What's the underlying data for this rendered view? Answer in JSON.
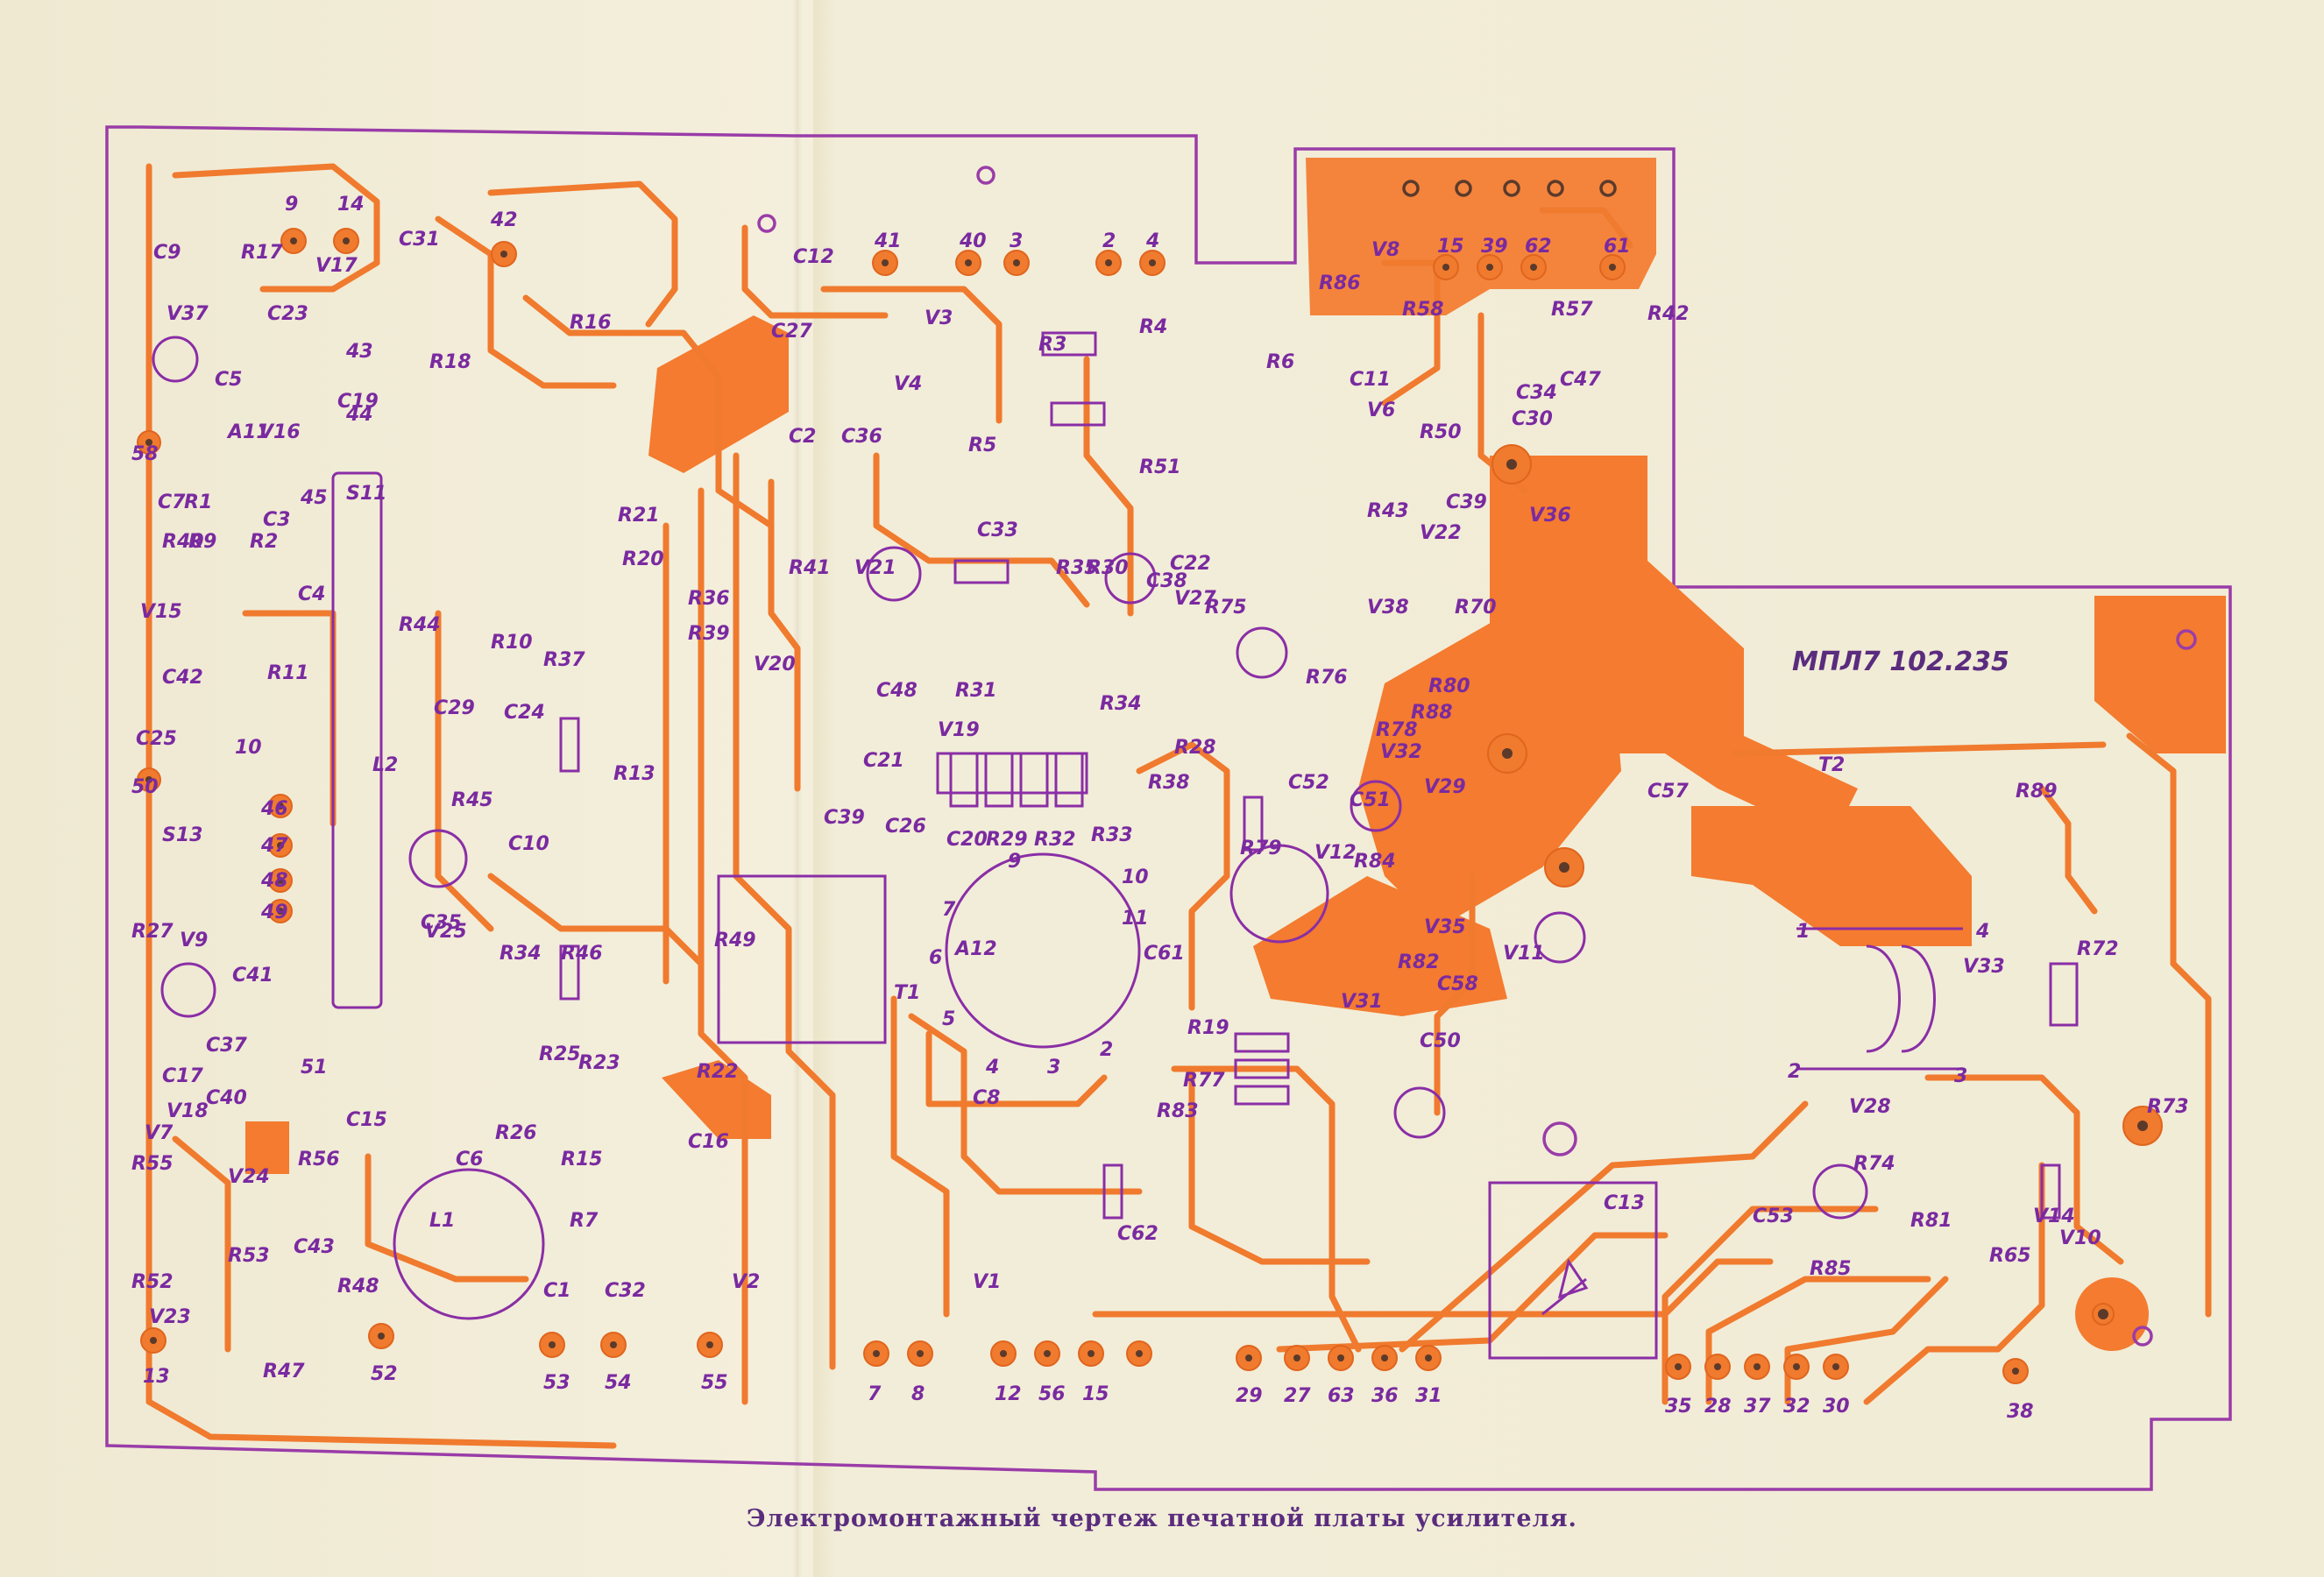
{
  "caption": "Электромонтажный чертеж печатной платы усилителя.",
  "board_part_number": "МПЛ7 102.235",
  "colors": {
    "copper": "#f07a2e",
    "silk": "#8a2ea6",
    "paper": "#f1ecd6"
  },
  "edge_terminals": [
    "13",
    "52",
    "53",
    "54",
    "55",
    "7",
    "8",
    "12",
    "56",
    "15",
    "29",
    "27",
    "63",
    "36",
    "31",
    "35",
    "28",
    "37",
    "32",
    "30",
    "38"
  ],
  "top_terminals": [
    "9",
    "14",
    "42",
    "41",
    "40",
    "3",
    "2",
    "4",
    "15",
    "39",
    "62",
    "61"
  ],
  "left_terminals": [
    "58",
    "50",
    "46",
    "47",
    "48",
    "49",
    "43",
    "44",
    "45",
    "51",
    "10"
  ],
  "transformer_pins": [
    "1",
    "4",
    "2",
    "3"
  ],
  "coil_pins": [
    "9",
    "10",
    "7",
    "6",
    "5",
    "4",
    "3",
    "2",
    "11"
  ],
  "component_labels": [
    "C9",
    "R17",
    "C31",
    "R16",
    "V37",
    "C23",
    "V17",
    "C5",
    "R18",
    "C19",
    "A11",
    "V16",
    "C7",
    "R1",
    "C3",
    "R40",
    "R9",
    "R2",
    "S11",
    "R21",
    "R20",
    "V15",
    "C4",
    "R36",
    "R39",
    "C42",
    "R11",
    "R10",
    "R37",
    "R44",
    "C24",
    "C29",
    "C25",
    "R13",
    "R45",
    "L2",
    "S13",
    "C10",
    "C35",
    "R46",
    "R27",
    "V9",
    "V25",
    "R34",
    "C17",
    "C37",
    "C41",
    "V18",
    "R25",
    "V7",
    "C40",
    "C15",
    "R23",
    "R22",
    "C16",
    "R55",
    "V24",
    "R56",
    "R26",
    "R15",
    "C6",
    "C43",
    "R48",
    "R7",
    "C1",
    "C32",
    "R52",
    "R53",
    "V23",
    "R47",
    "L1",
    "V2",
    "C12",
    "C27",
    "V3",
    "R3",
    "R4",
    "R6",
    "V4",
    "C2",
    "C36",
    "R5",
    "R51",
    "C33",
    "R41",
    "V21",
    "R30",
    "R35",
    "C38",
    "C22",
    "V20",
    "C48",
    "R31",
    "V19",
    "R34",
    "C21",
    "R38",
    "R28",
    "C26",
    "C39",
    "C20",
    "R29",
    "R32",
    "R33",
    "R49",
    "A12",
    "C61",
    "T1",
    "C8",
    "V1",
    "C62",
    "R19",
    "R77",
    "R83",
    "R86",
    "V8",
    "R58",
    "R57",
    "R42",
    "C11",
    "V6",
    "C34",
    "C30",
    "C47",
    "R50",
    "C39",
    "R43",
    "V22",
    "V36",
    "R70",
    "V38",
    "R75",
    "V27",
    "R76",
    "R80",
    "C51",
    "R88",
    "R78",
    "V32",
    "C52",
    "V29",
    "R79",
    "V12",
    "R84",
    "V35",
    "R82",
    "V11",
    "V31",
    "C58",
    "C50",
    "C57",
    "T2",
    "R89",
    "V33",
    "R72",
    "R73",
    "V28",
    "C53",
    "R74",
    "R81",
    "R85",
    "R65",
    "V14",
    "V10",
    "C13"
  ]
}
